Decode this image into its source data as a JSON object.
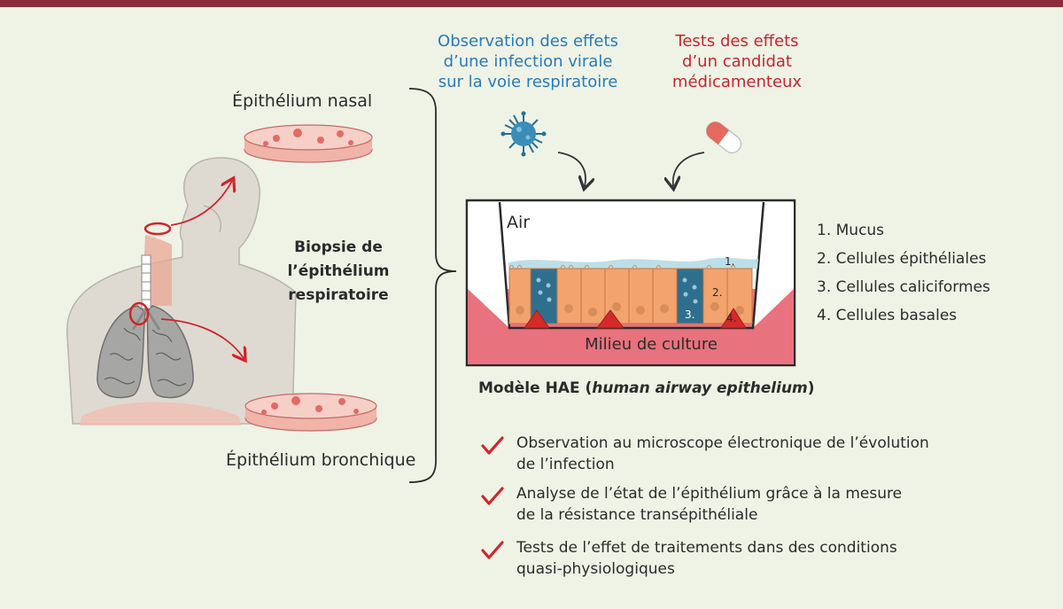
{
  "labels": {
    "nasal": "Épithélium nasal",
    "bronchial": "Épithélium bronchique",
    "biopsy_line1": "Biopsie de",
    "biopsy_line2": "l’épithélium respiratoire",
    "virus_line1": "Observation des effets",
    "virus_line2": "d’une infection virale",
    "virus_line3": "sur la voie respiratoire",
    "drug_line1": "Tests des effets",
    "drug_line2": "d’un candidat",
    "drug_line3": "médicamenteux",
    "air": "Air",
    "culture_medium": "Milieu de culture",
    "model_prefix": "Modèle HAE (",
    "model_italic": "human airway epithelium",
    "model_suffix": ")"
  },
  "cell_markers": [
    "1.",
    "2.",
    "3.",
    "4."
  ],
  "legend": [
    "1. Mucus",
    "2. Cellules épithéliales",
    "3. Cellules caliciformes",
    "4. Cellules basales"
  ],
  "checklist": [
    {
      "line1": "Observation au microscope électronique de l’évolution",
      "line2": "de l’infection"
    },
    {
      "line1": "Analyse de l’état de l’épithélium grâce à la mesure",
      "line2": "de la résistance transépithéliale"
    },
    {
      "line1": "Tests de l’effet de traitements dans des conditions",
      "line2": "quasi-physiologiques"
    }
  ],
  "colors": {
    "top_bar": "#8e2c3b",
    "background": "#eef3e6",
    "virus_text": "#2a7ab8",
    "drug_text": "#c8252e",
    "check": "#d2232a",
    "culture_medium": "#e8727d",
    "epithelial_cell": "#f2a36e",
    "goblet_cell": "#2f6f8e",
    "basal_cell": "#d42a2a"
  }
}
